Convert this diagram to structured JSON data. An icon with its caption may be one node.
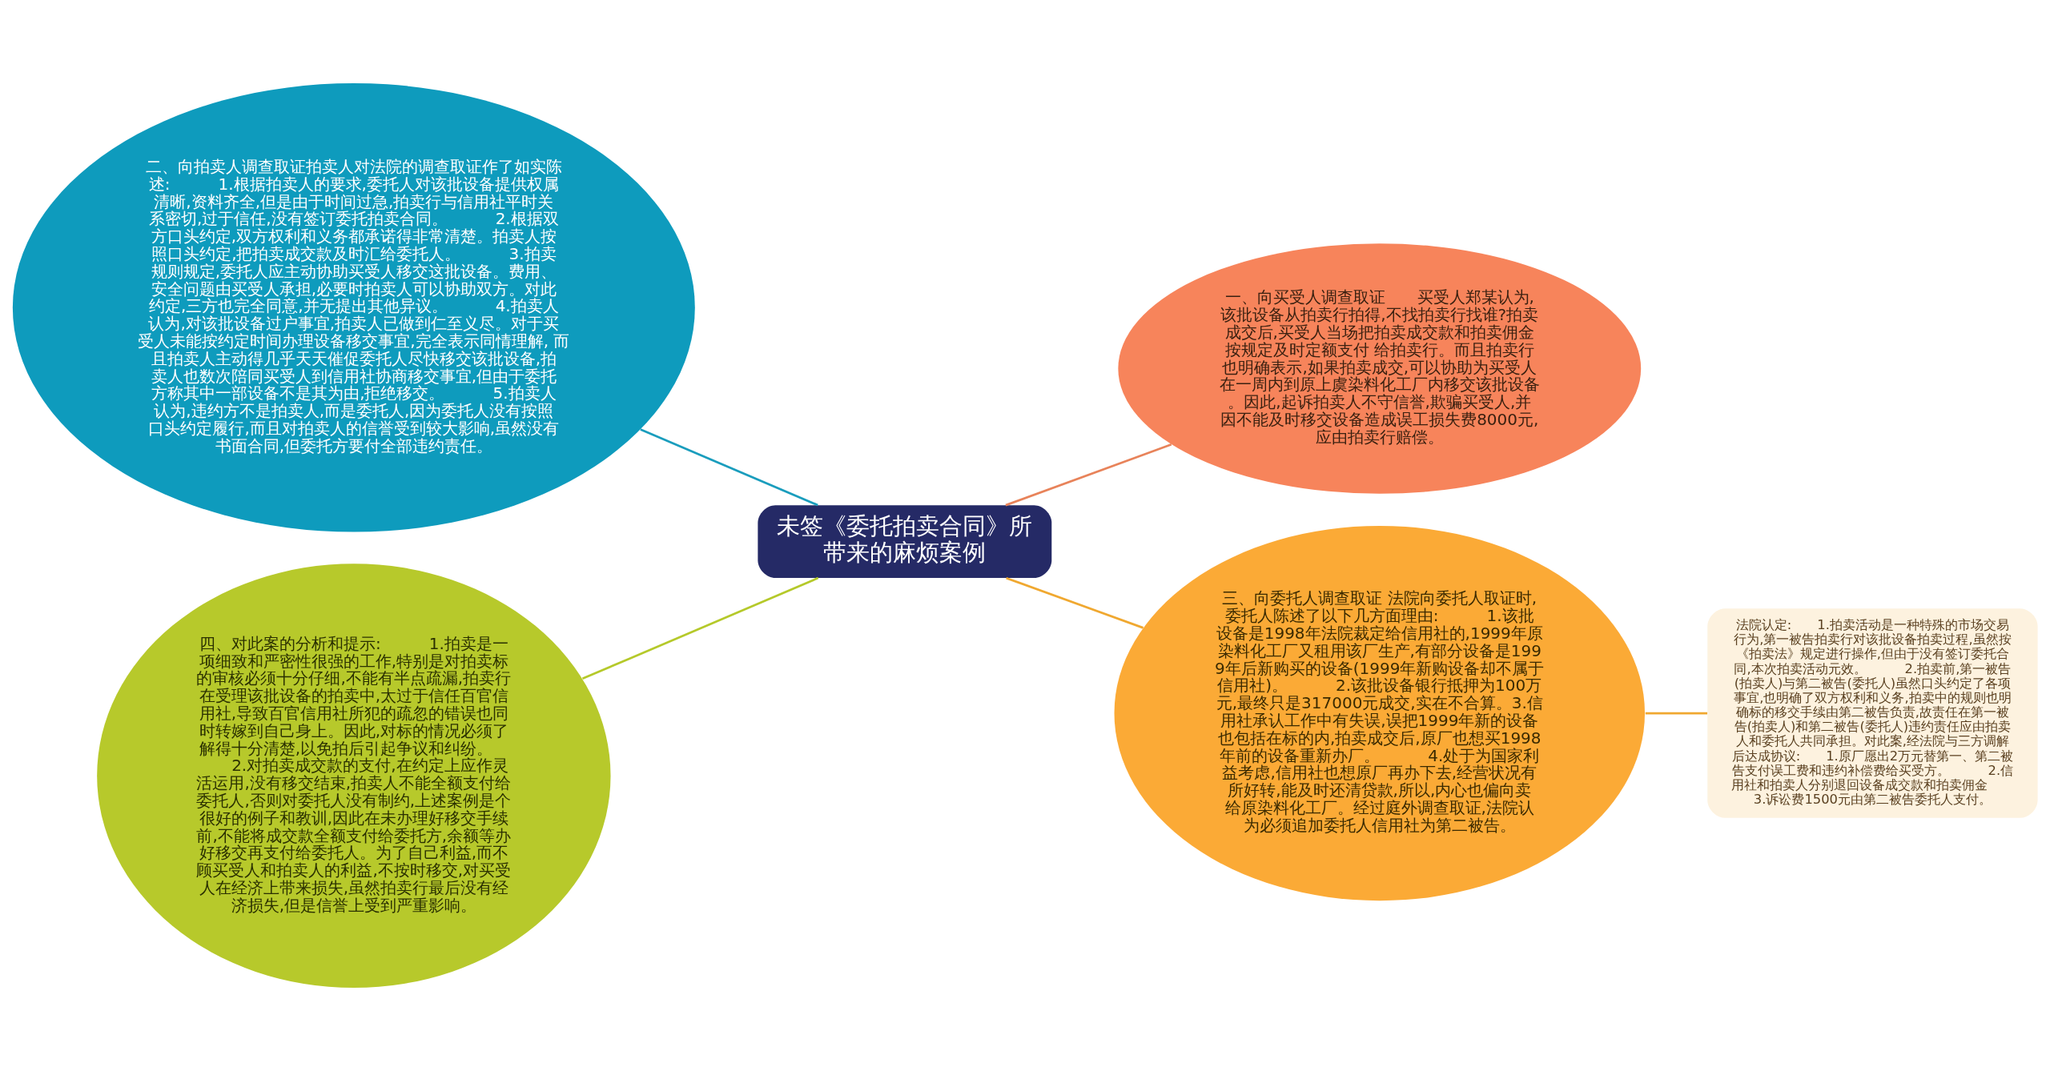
{
  "diagram": {
    "nodes": [
      {
        "text": [
          "未签《委托拍卖合同》所带来的麻烦案例"
        ]
      },
      {
        "text": [
          "一、向买受人调查取证　　买受人郑某认为,该批设备从拍卖行拍得,不找拍卖行找谁?拍卖成交后,买受人当场把拍卖成交款和拍卖佣金按规定及时定额支付 给拍卖行。而且拍卖行也明确表示,如果拍卖成交,可以协助为买受人在一周内到原上虞染料化工厂内移交该批设备。因此,起诉拍卖人不守信誉,欺骗买受人,并因不能及时移交设备造成误工损失费8000元,应由拍卖行赔偿。"
        ]
      },
      {
        "text": [
          "二、向拍卖人调查取证拍卖人对法院的调查取证作了如实陈述:　　　1.根据拍卖人的要求,委托人对该批设备提供权属清晰,资料齐全,但是由于时间过急,拍卖行与信用社平时关系密切,过于信任,没有签订委托拍卖合同。　　　2.根据双方口头约定,双方权利和义务都承诺得非常清楚。拍卖人按照口头约定,把拍卖成交款及时汇给委托人。　　　3.拍卖规则规定,委托人应主动协助买受人移交这批设备。费用、安全问题由买受人承担,必要时拍卖人可以协助双方。对此约定,三方也完全同意,并无提出其他异议。　　　4.拍卖人认为,对该批设备过户事宜,拍卖人已做到仁至义尽。对于买受人未能按约定时间办理设备移交事宜,完全表示同情理解, 而且拍卖人主动得几乎天天催促委托人尽快移交该批设备,拍卖人也数次陪同买受人到信用社协商移交事宜,但由于委托方称其中一部设备不是其为由,拒绝移交。　　　5.拍卖人认为,违约方不是拍卖人,而是委托人,因为委托人没有按照口头约定履行,而且对拍卖人的信誉受到较大影响,虽然没有书面合同,但委托方要付全部违约责任。"
        ]
      },
      {
        "text": [
          "三、向委托人调查取证 法院向委托人取证时,委托人陈述了以下几方面理由:　　　1.该批设备是1998年法院裁定给信用社的,1999年原染料化工厂又租用该厂生产,有部分设备是1999年后新购买的设备(1999年新购设备却不属于信用社)。　　　2.该批设备银行抵押为100万元,最终只是317000元成交,实在不合算。3.信用社承认工作中有失误,误把1999年新的设备也包括在标的内,拍卖成交后,原厂也想买1998年前的设备重新办厂。　　　4.处于为国家利益考虑,信用社也想原厂再办下去,经营状况有所好转,能及时还清贷款,所以,内心也偏向卖给原染料化工厂。经过庭外调查取证,法院认为必须追加委托人信用社为第二被告。"
        ]
      },
      {
        "text": [
          "法院认定:　　1.拍卖活动是一种特殊的市场交易行为,第一被告拍卖行对该批设备拍卖过程,虽然按《拍卖法》规定进行操作,但由于没有签订委托合同,本次拍卖活动元效。　　　2.拍卖前,第一被告(拍卖人)与第二被告(委托人)虽然口头约定了各项事宜,也明确了双方权利和义务,拍卖中的规则也明确标的移交手续由第二被告负责,故责任在第一被告(拍卖人)和第二被告(委托人)违约责任应由拍卖人和委托人共同承担。对此案,经法院与三方调解后达成协议:　　1.原厂愿出2万元替第一、第二被告支付误工费和违约补偿费给买受方。　　　2.信用社和拍卖人分别退回设备成交款和拍卖佣金　　3.诉讼费1500元由第二被告委托人支付。"
        ]
      },
      {
        "text": [
          "四、对此案的分析和提示:　　　1.拍卖是一项细致和严密性很强的工作,特别是对拍卖标的审核必须十分仔细,不能有半点疏漏,拍卖行在受理该批设备的拍卖中,太过于信任百官信用社,导致百官信用社所犯的疏忽的错误也同时转嫁到自己身上。因此,对标的情况必须了解得十分清楚,以免拍后引起争议和纠纷。　　　2.对拍卖成交款的支付,在约定上应作灵活运用,没有移交结束,拍卖人不能全额支付给委托人,否则对委托人没有制约,上述案例是个很好的例子和教训,因此在未办理好移交手续前,不能将成交款全额支付给委托方,余额等办好移交再支付给委托人。为了自己利益,而不顾买受人和拍卖人的利益,不按时移交,对买受人在经济上带来损失,虽然拍卖行最后没有经济损失,但是信誉上受到严重影响。"
        ]
      }
    ],
    "edges": [
      {
        "from": 0,
        "to": 1,
        "arrow": "none",
        "color": "#e8835a"
      },
      {
        "from": 0,
        "to": 2,
        "arrow": "none",
        "color": "#1a9dbd"
      },
      {
        "from": 0,
        "to": 3,
        "arrow": "none",
        "color": "#f0a830"
      },
      {
        "from": 3,
        "to": 4,
        "arrow": "none",
        "color": "#f0a830"
      },
      {
        "from": 0,
        "to": 5,
        "arrow": "none",
        "color": "#b5c92a"
      }
    ]
  }
}
